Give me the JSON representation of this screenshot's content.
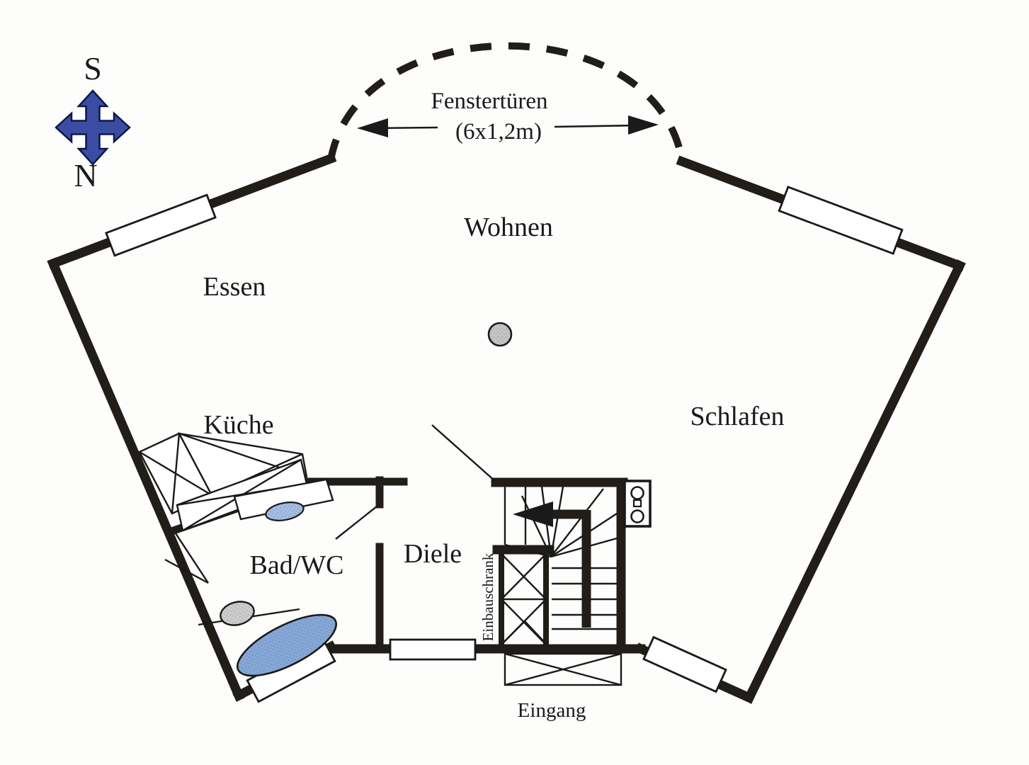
{
  "compass": {
    "south": "S",
    "north": "N"
  },
  "rooms": {
    "living": "Wohnen",
    "dining": "Essen",
    "kitchen": "Küche",
    "bath": "Bad/WC",
    "hall": "Diele",
    "bedroom": "Schlafen"
  },
  "annotations": {
    "window_doors_line1": "Fenstertüren",
    "window_doors_line2": "(6x1,2m)",
    "built_in_closet": "Einbauschrank",
    "entrance": "Eingang"
  },
  "colors": {
    "background": "#fdfdfc",
    "wall": "#211d18",
    "line": "#1a1a1a",
    "window_fill": "#ffffff",
    "compass": "#3b4da3",
    "compass_outline": "#10164a",
    "bathtub": "#85a8d8",
    "sink": "#a3bde2",
    "toilet": "#cccccc",
    "column": "#c4c4c4"
  }
}
